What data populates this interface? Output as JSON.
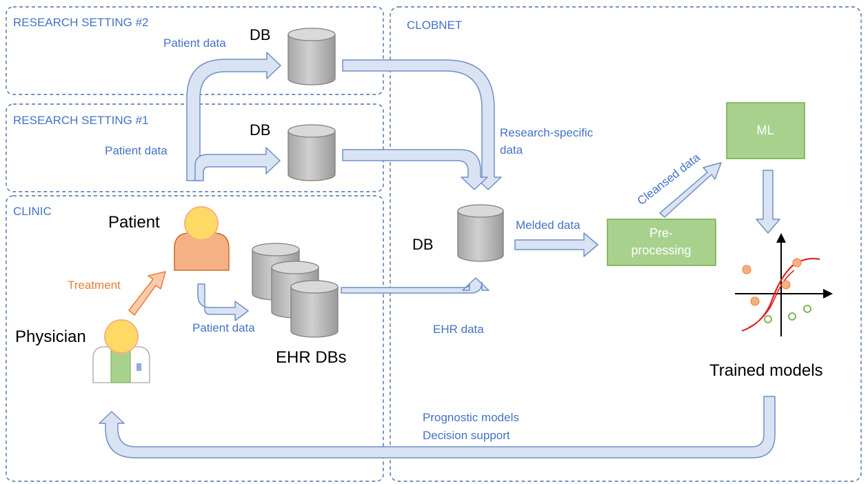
{
  "regions": {
    "research2": "RESEARCH SETTING #2",
    "research1": "RESEARCH SETTING #1",
    "clinic": "CLINIC",
    "clobnet": "CLOBNET"
  },
  "labels": {
    "db_rs2": "DB",
    "db_rs1": "DB",
    "db_clobnet": "DB",
    "ehr_dbs": "EHR DBs",
    "patient": "Patient",
    "physician": "Physician",
    "trained_models": "Trained models",
    "preprocessing_line1": "Pre-",
    "preprocessing_line2": "processing",
    "ml": "ML"
  },
  "flows": {
    "patient_data_rs2": "Patient data",
    "patient_data_rs1": "Patient data",
    "patient_data_clinic": "Patient data",
    "treatment": "Treatment",
    "research_specific_line1": "Research-specific",
    "research_specific_line2": "data",
    "ehr_data": "EHR data",
    "melded_data": "Melded data",
    "cleansed_data": "Cleansed data",
    "prognostic_models": "Prognostic models",
    "decision_support": "Decision support"
  },
  "colors": {
    "region_border": "#4a6fa5",
    "region_title": "#4472c4",
    "arrow_fill": "#dae3f3",
    "arrow_stroke": "#6f8fc5",
    "db_fill": "#bfbfbf",
    "db_stroke": "#7f7f7f",
    "box_fill": "#a9d18e",
    "box_stroke": "#70ad47",
    "patient_body": "#f4b183",
    "head": "#ffd966",
    "treatment_arrow": "#f8cbad",
    "treatment_text": "#ed7d31",
    "curve": "#e02020",
    "dot_orange": "#f4b183",
    "dot_green": "#70ad47"
  }
}
